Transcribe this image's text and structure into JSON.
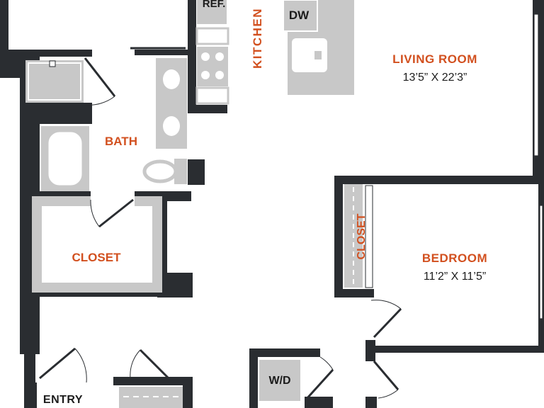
{
  "colors": {
    "wall": "#2a2d31",
    "fixture": "#c8c8c8",
    "room_label": "#d2501f",
    "text": "#1c1c1c",
    "door": "#2a2d31"
  },
  "rooms": {
    "living_room": {
      "name": "LIVING ROOM",
      "size": "13’5” X 22’3”"
    },
    "bedroom": {
      "name": "BEDROOM",
      "size": "11’2” X 11’5”"
    },
    "kitchen": {
      "name": "KITCHEN"
    },
    "bath": {
      "name": "BATH"
    },
    "closet_main": {
      "name": "CLOSET"
    },
    "closet_bedroom": {
      "name": "CLOSET"
    },
    "entry": {
      "name": "ENTRY"
    }
  },
  "fixtures": {
    "refrigerator": "REF.",
    "dishwasher": "DW",
    "washer_dryer": "W/D"
  }
}
